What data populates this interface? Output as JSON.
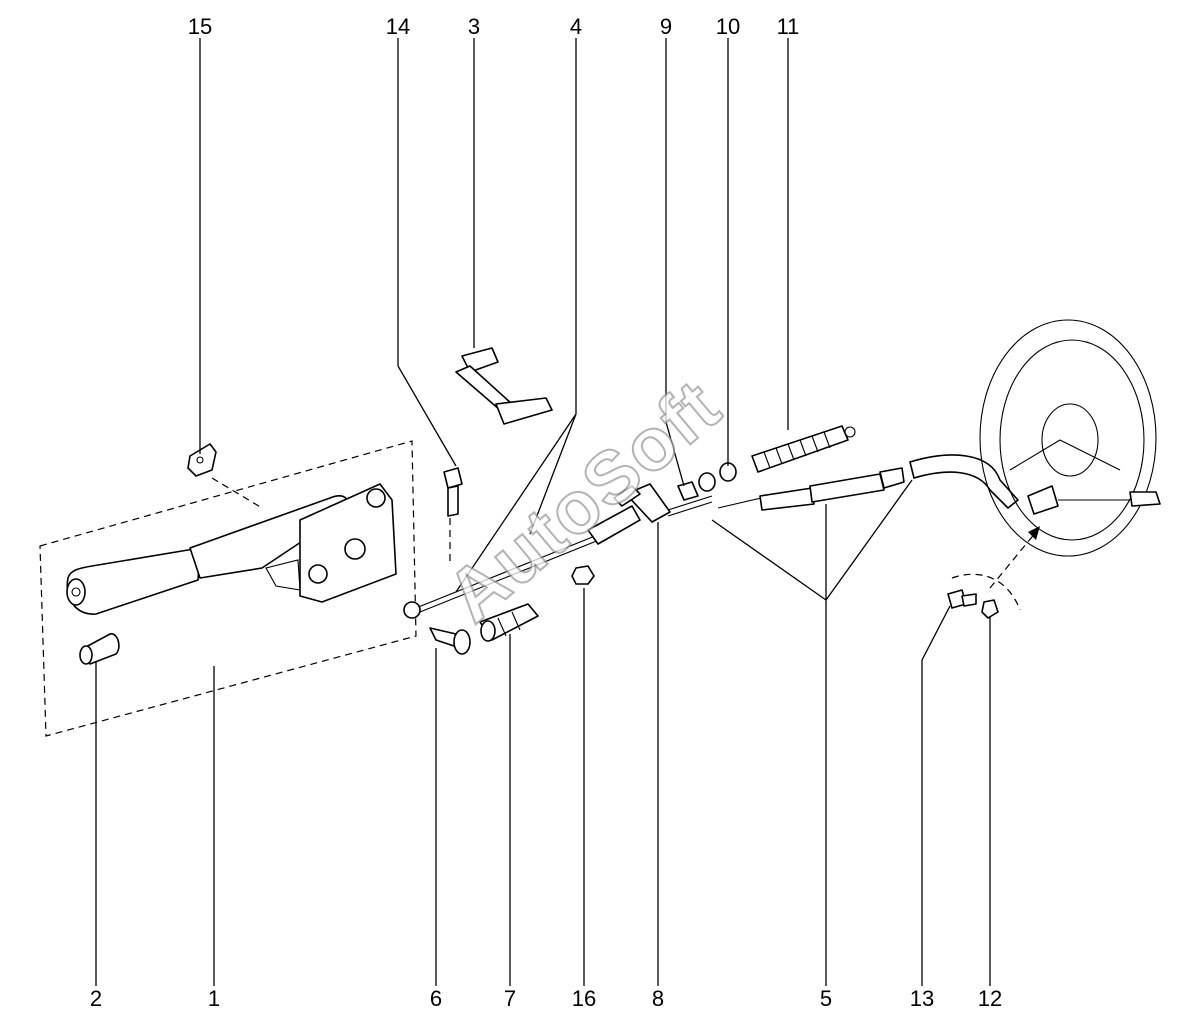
{
  "callouts": {
    "15": "15",
    "14": "14",
    "3": "3",
    "4": "4",
    "9": "9",
    "10": "10",
    "11": "11",
    "2": "2",
    "1": "1",
    "6": "6",
    "7": "7",
    "16": "16",
    "8": "8",
    "5": "5",
    "13": "13",
    "12": "12"
  },
  "watermark": "AutoSoft",
  "colors": {
    "line": "#000000",
    "background": "#ffffff",
    "watermark_outline": "#9a9a9a"
  }
}
